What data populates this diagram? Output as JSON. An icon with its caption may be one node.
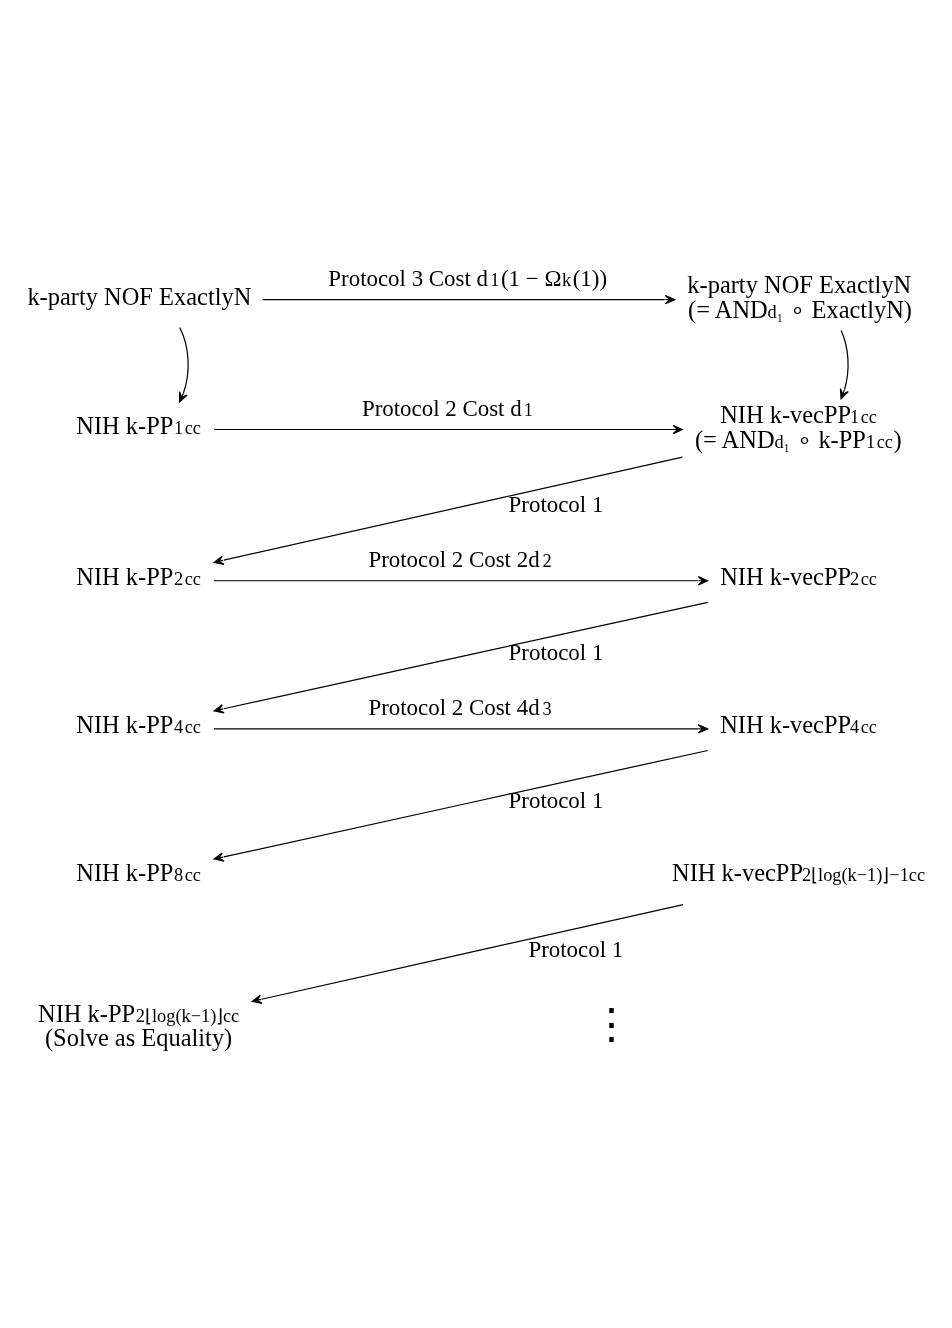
{
  "diagram": {
    "nodes": [
      {
        "text": [
          "k-party NOF ExactlyN"
        ]
      },
      {
        "text": [
          "k-party NOF ExactlyN⃗",
          "(= AND$_{d₁}$ ∘ ExactlyN)"
        ]
      },
      {
        "text": [
          "NIH k-PP$_{1}$$^{cc}$"
        ]
      },
      {
        "text": [
          "NIH k-vecPP$_{1}$$^{cc}$",
          "(= AND$_{d₁}$ ∘ k-PP$_{1}$$^{cc}$)"
        ]
      },
      {
        "text": [
          "NIH k-PP$_{2}$$^{cc}$"
        ]
      },
      {
        "text": [
          "NIH k-vecPP$_{2}$$^{cc}$"
        ]
      },
      {
        "text": [
          "NIH k-PP$_{4}$$^{cc}$"
        ]
      },
      {
        "text": [
          "NIH k-vecPP$_{4}$$^{cc}$"
        ]
      },
      {
        "text": [
          "NIH k-PP$_{8}$$^{cc}$"
        ]
      },
      {
        "text": [
          "NIH k-vecPP$_{2⌊log(k−1)⌋−1}$$^{cc}$"
        ]
      },
      {
        "text": [
          "NIH k-PP$_{2⌊log(k−1)⌋}$$^{cc}$",
          "(Solve as Equality)"
        ]
      }
    ],
    "edges": [
      {
        "from": 0,
        "to": 1,
        "arrow": "to",
        "label": "Protocol 3 Cost d$_{1}$(1 − Ω$_{k}$(1))"
      },
      {
        "from": 0,
        "to": 2,
        "arrow": "to"
      },
      {
        "from": 1,
        "to": 3,
        "arrow": "to"
      },
      {
        "from": 2,
        "to": 3,
        "arrow": "to",
        "label": "Protocol 2 Cost d$_{1}$"
      },
      {
        "from": 3,
        "to": 4,
        "arrow": "to",
        "label": "Protocol 1"
      },
      {
        "from": 4,
        "to": 5,
        "arrow": "to",
        "label": "Protocol 2 Cost 2d$_{2}$"
      },
      {
        "from": 5,
        "to": 6,
        "arrow": "to",
        "label": "Protocol 1"
      },
      {
        "from": 6,
        "to": 7,
        "arrow": "to",
        "label": "Protocol 2 Cost 4d$_{3}$"
      },
      {
        "from": 7,
        "to": 8,
        "arrow": "to",
        "label": "Protocol 1"
      },
      {
        "from": 9,
        "to": 10,
        "arrow": "to",
        "label": "Protocol 1"
      }
    ],
    "labels": [
      "⋮"
    ]
  }
}
